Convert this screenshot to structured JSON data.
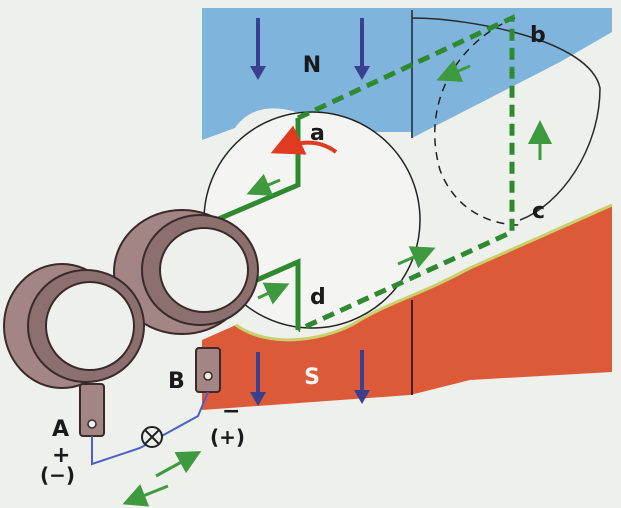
{
  "labels": {
    "pole_north": "N",
    "pole_south": "S",
    "corner_a": "a",
    "corner_b": "b",
    "corner_c": "c",
    "corner_d": "d",
    "terminal_a": "A",
    "terminal_b": "B",
    "terminal_a_sign": "+",
    "terminal_a_alt_sign": "(−)",
    "terminal_b_sign": "−",
    "terminal_b_alt_sign": "(+)",
    "lamp_symbol": "⊗"
  },
  "colors": {
    "north_pole": "#7fb4dc",
    "south_pole": "#dd5a38",
    "conductor": "#2f8a2f",
    "current_arrow": "#3e9a3e",
    "field_arrow": "#3b3f8f",
    "rotation_arrow": "#e03a20",
    "slip_ring": "#a48585",
    "circuit_wire": "#4a60c8"
  },
  "icons": {
    "rotation": "curved-arrow-icon",
    "lamp": "lamp-circle-cross-icon"
  }
}
